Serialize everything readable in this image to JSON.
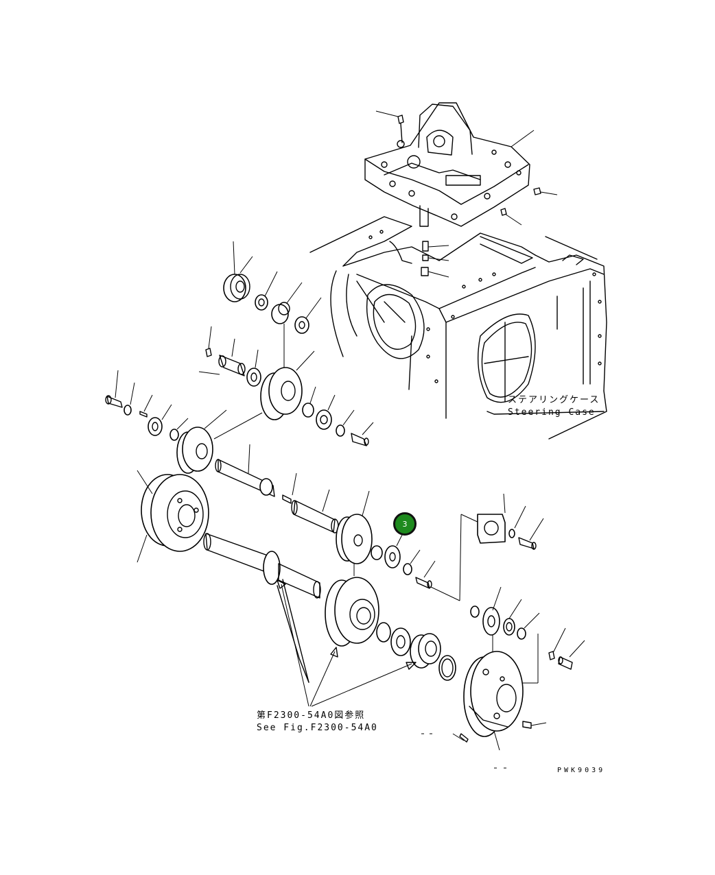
{
  "labels": {
    "steering_case_jp": "ステアリングケース",
    "steering_case_en": "Steering Case",
    "see_fig_jp": "第F2300-54A0図参照",
    "see_fig_en": "See Fig.F2300-54A0",
    "drawing_code": "PWK9039"
  },
  "callout": {
    "number": "3",
    "color": "#1e8a1e"
  }
}
